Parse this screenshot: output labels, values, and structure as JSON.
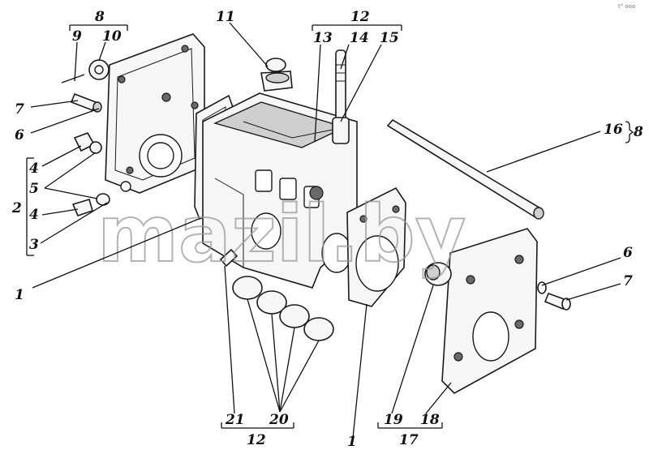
{
  "watermark": "mazil.by",
  "corner_mark": "t° ooo",
  "labels": {
    "l1_left": "1",
    "l1_bottom": "1",
    "l2": "2",
    "l3": "3",
    "l4_top": "4",
    "l4_bottom": "4",
    "l5": "5",
    "l6_left": "6",
    "l6_right": "6",
    "l7_left": "7",
    "l7_right": "7",
    "l8_top": "8",
    "l8_right": "8",
    "l9": "9",
    "l10": "10",
    "l11": "11",
    "l12_top": "12",
    "l12_bottom": "12",
    "l13": "13",
    "l14": "14",
    "l15": "15",
    "l16": "16",
    "l17": "17",
    "l18": "18",
    "l19": "19",
    "l20": "20",
    "l21": "21"
  }
}
